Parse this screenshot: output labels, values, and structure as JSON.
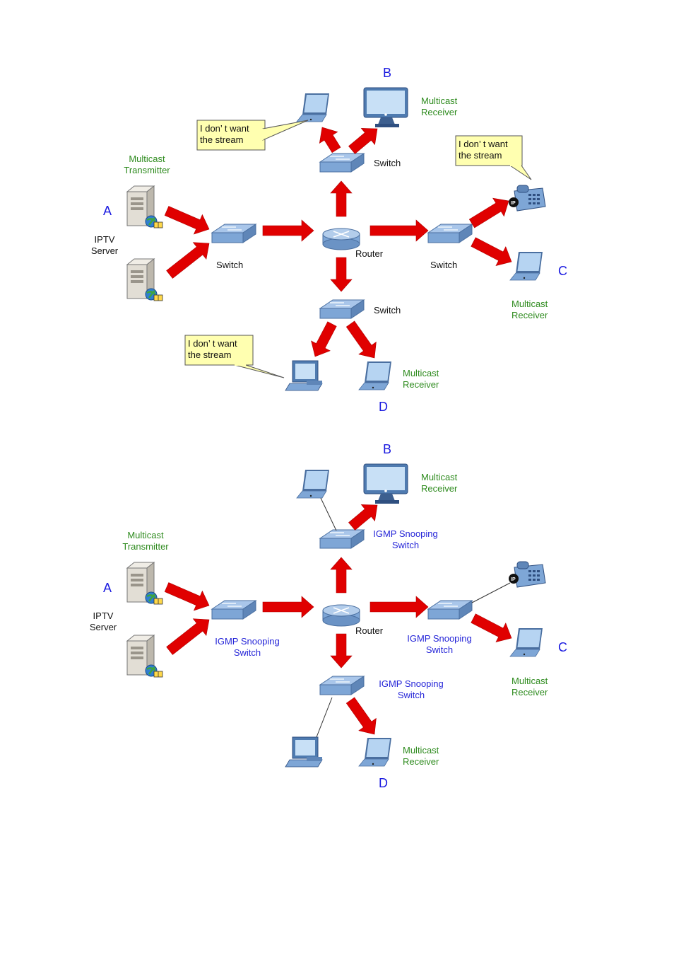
{
  "colors": {
    "arrow": "#e00000",
    "transmitter_label": "#2e8b1e",
    "receiver_label": "#2e8b1e",
    "letter": "#1a1ae0",
    "snoop_label": "#2525d8",
    "callout_fill": "#ffffb0",
    "device_blue": "#7fa8d8"
  },
  "icons": [
    "server-icon",
    "switch-icon",
    "router-icon",
    "laptop-icon",
    "monitor-icon",
    "ip-phone-icon",
    "desktop-icon"
  ],
  "top": {
    "letter_a": "A",
    "letter_b": "B",
    "letter_c": "C",
    "letter_d": "D",
    "transmitter": [
      "Multicast",
      "Transmitter"
    ],
    "iptv": [
      "IPTV",
      "Server"
    ],
    "switch_left": "Switch",
    "switch_top": "Switch",
    "switch_right": "Switch",
    "switch_bottom": "Switch",
    "router": "Router",
    "receiver_b": [
      "Multicast",
      "Receiver"
    ],
    "receiver_c": [
      "Multicast",
      "Receiver"
    ],
    "receiver_d": [
      "Multicast",
      "Receiver"
    ],
    "callout_b": [
      "I don’ t want",
      "the stream"
    ],
    "callout_c": [
      "I don’ t want",
      "the stream"
    ],
    "callout_d": [
      "I don’ t want",
      "the stream"
    ]
  },
  "bottom": {
    "letter_a": "A",
    "letter_b": "B",
    "letter_c": "C",
    "letter_d": "D",
    "transmitter": [
      "Multicast",
      "Transmitter"
    ],
    "iptv": [
      "IPTV",
      "Server"
    ],
    "switch_left": [
      "IGMP Snooping",
      "Switch"
    ],
    "switch_top": [
      "IGMP Snooping",
      "Switch"
    ],
    "switch_right": [
      "IGMP Snooping",
      "Switch"
    ],
    "switch_bottom": [
      "IGMP Snooping",
      "Switch"
    ],
    "router": "Router",
    "receiver_b": [
      "Multicast",
      "Receiver"
    ],
    "receiver_c": [
      "Multicast",
      "Receiver"
    ],
    "receiver_d": [
      "Multicast",
      "Receiver"
    ]
  }
}
